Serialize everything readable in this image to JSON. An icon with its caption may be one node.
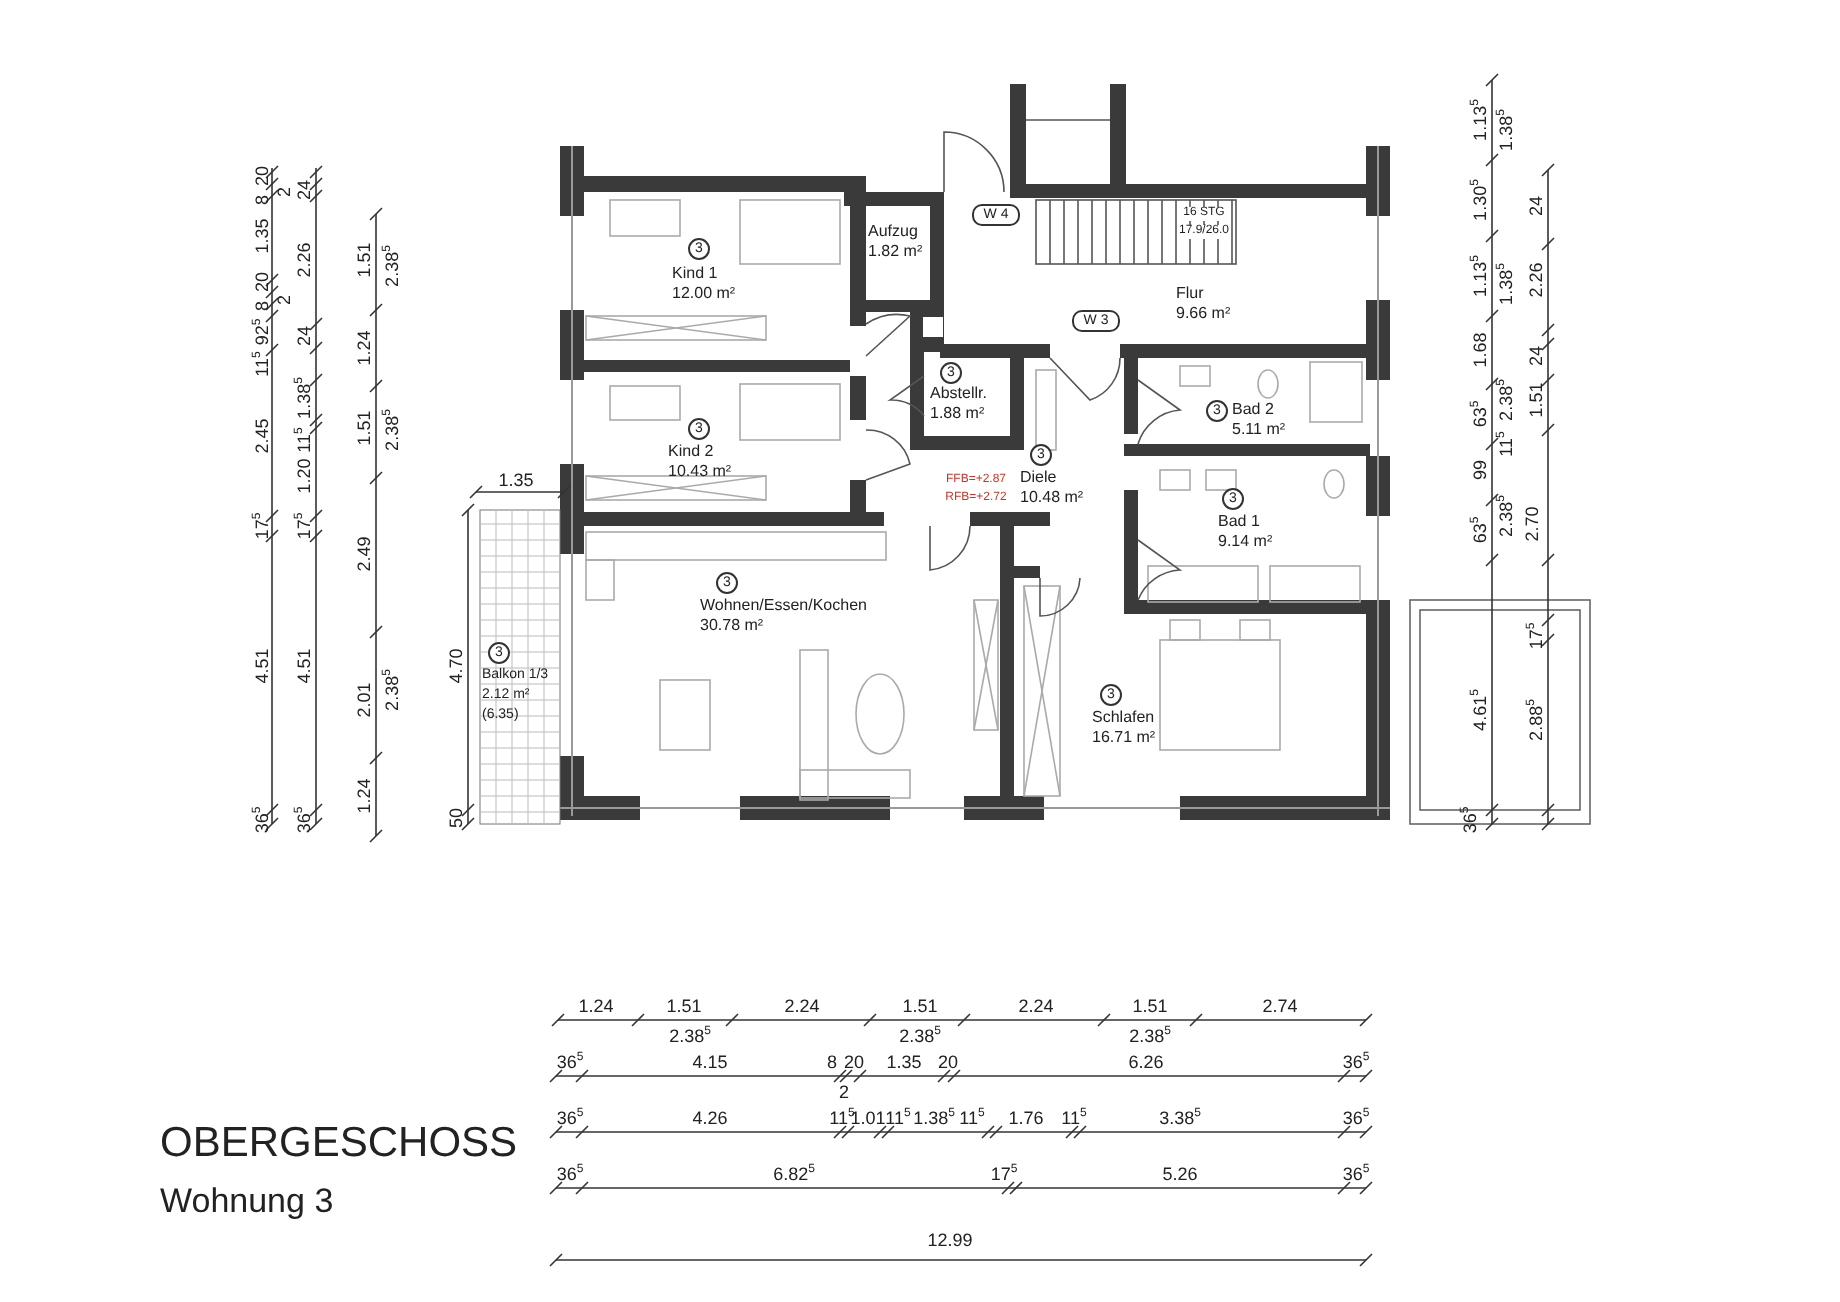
{
  "diagram": {
    "title": "OBERGESCHOSS",
    "caption": "Wohnung 3",
    "nodes": [
      {
        "text": [
          "Kind 1",
          "12.00 m²"
        ]
      },
      {
        "text": [
          "3"
        ],
        "in": 0
      },
      {
        "text": [
          "Aufzug",
          "1.82 m²"
        ]
      },
      {
        "text": [
          "Flur",
          "9.66 m²"
        ]
      },
      {
        "text": [
          "W 4"
        ],
        "in": 3
      },
      {
        "text": [
          "W 3"
        ],
        "in": 3
      },
      {
        "text": [
          "Abstellr.",
          "1.88 m²"
        ]
      },
      {
        "text": [
          "3"
        ],
        "in": 6
      },
      {
        "text": [
          "Kind 2",
          "10.43 m²"
        ]
      },
      {
        "text": [
          "3"
        ],
        "in": 8
      },
      {
        "text": [
          "Diele",
          "10.48 m²"
        ]
      },
      {
        "text": [
          "3"
        ],
        "in": 10
      },
      {
        "text": [
          "Bad 2",
          "5.11 m²"
        ]
      },
      {
        "text": [
          "3"
        ],
        "in": 12
      },
      {
        "text": [
          "Bad 1",
          "9.14 m²"
        ]
      },
      {
        "text": [
          "3"
        ],
        "in": 14
      },
      {
        "text": [
          "Balkon 1/3",
          "2.12 m²",
          "(6.35)"
        ]
      },
      {
        "text": [
          "3"
        ],
        "in": 16
      },
      {
        "text": [
          "Wohnen/Essen/Kochen",
          "30.78 m²"
        ]
      },
      {
        "text": [
          "3"
        ],
        "in": 18
      },
      {
        "text": [
          "Schlafen",
          "16.71 m²"
        ]
      },
      {
        "text": [
          "3"
        ],
        "in": 20
      }
    ],
    "labels": [
      "20",
      "8",
      "1.35",
      "20",
      "8",
      "92$^{5}$",
      "11$^{5}$",
      "2.45",
      "17$^{5}$",
      "4.51",
      "36$^{5}$",
      "2",
      "2",
      "24",
      "2.26",
      "24",
      "1.38$^{5}$",
      "11$^{5}$",
      "1.20",
      "17$^{5}$",
      "4.51",
      "36$^{5}$",
      "1.51",
      "2.38$^{5}$",
      "1.24",
      "1.51",
      "2.38$^{5}$",
      "2.49",
      "2.01",
      "2.38$^{5}$",
      "1.24",
      "1.35",
      "4.70",
      "50",
      "16 STG",
      "17.9/26.0",
      "FFB=+2.87",
      "RFB=+2.72",
      "1.13$^{5}$",
      "1.30$^{5}$",
      "1.13$^{5}$",
      "1.68",
      "63$^{5}$",
      "99",
      "63$^{5}$",
      "4.61$^{5}$",
      "1.38$^{5}$",
      "1.38$^{5}$",
      "2.38$^{5}$",
      "11$^{5}$",
      "2.38$^{5}$",
      "36$^{5}$",
      "24",
      "2.26",
      "24",
      "1.51",
      "2.70",
      "17$^{5}$",
      "2.88$^{5}$",
      "1.24",
      "1.51",
      "2.38$^{5}$",
      "2.24",
      "1.51",
      "2.38$^{5}$",
      "2.24",
      "1.51",
      "2.38$^{5}$",
      "2.74",
      "36$^{5}$",
      "4.15",
      "8",
      "20",
      "2",
      "1.35",
      "20",
      "6.26",
      "36$^{5}$",
      "36$^{5}$",
      "4.26",
      "11$^{5}$",
      "1.01",
      "11$^{5}$",
      "1.38$^{5}$",
      "11$^{5}$",
      "1.76",
      "11$^{5}$",
      "3.38$^{5}$",
      "36$^{5}$",
      "36$^{5}$",
      "6.82$^{5}$",
      "17$^{5}$",
      "5.26",
      "36$^{5}$",
      "12.99"
    ]
  }
}
